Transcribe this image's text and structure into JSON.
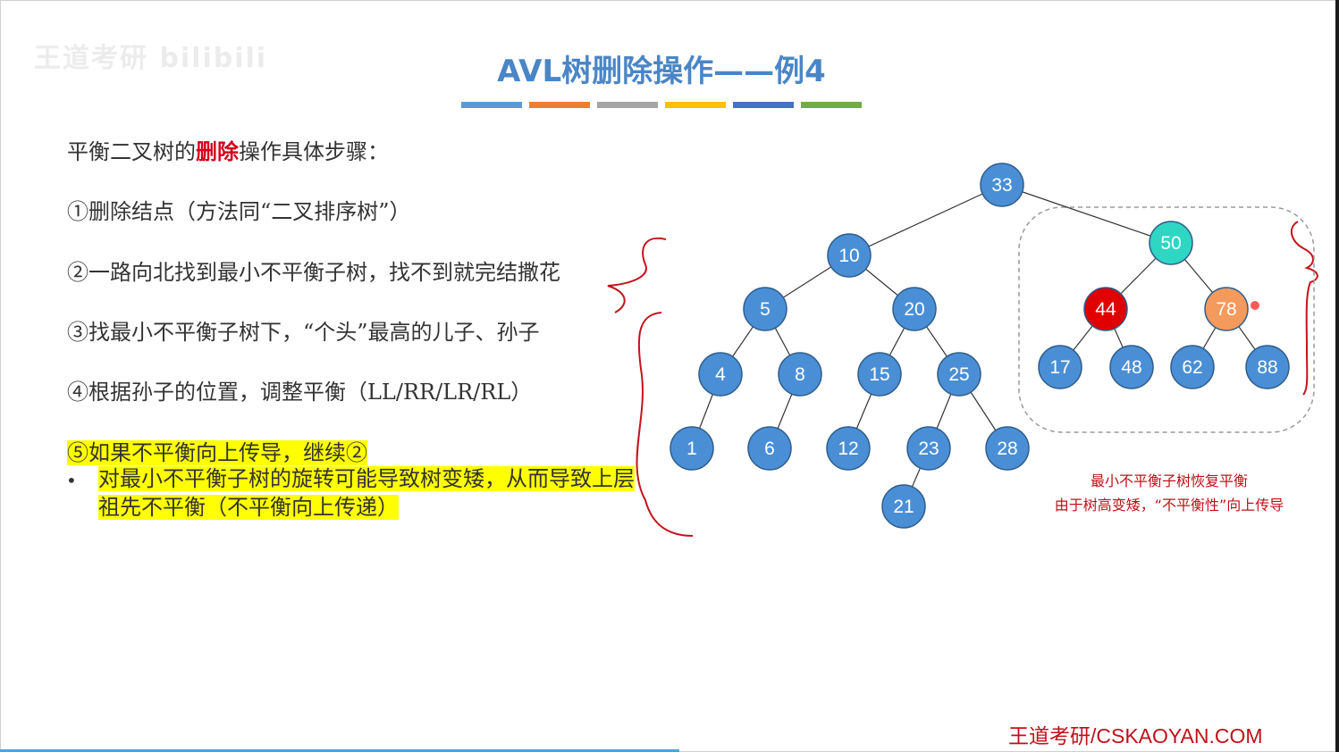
{
  "watermark": "王道考研 bilibili",
  "title": "AVL树删除操作——例4",
  "stripe_colors": [
    "#5b9bd5",
    "#ed7d31",
    "#a5a5a5",
    "#ffc000",
    "#4472c4",
    "#70ad47"
  ],
  "steps": {
    "heading_pre": "平衡二叉树的",
    "heading_red": "删除",
    "heading_post": "操作具体步骤：",
    "step1": "①删除结点（方法同“二叉排序树”）",
    "step2": "②一路向北找到最小不平衡子树，找不到就完结撒花",
    "step3": "③找最小不平衡子树下，“个头”最高的儿子、孙子",
    "step4": "④根据孙子的位置，调整平衡（LL/RR/LR/RL）",
    "step5": "⑤如果不平衡向上传导，继续②",
    "bullet": "•",
    "note": "对最小不平衡子树的旋转可能导致树变矮，从而导致上层祖先不平衡（不平衡向上传递）"
  },
  "tree": {
    "colors": {
      "default": "#4a8fd6",
      "teal": "#2fd6c3",
      "red": "#e00000",
      "orange": "#f49a5c",
      "stroke": "#2f5d8a"
    },
    "nodes": [
      "33",
      "10",
      "50",
      "5",
      "20",
      "44",
      "78",
      "4",
      "8",
      "15",
      "25",
      "17",
      "48",
      "62",
      "88",
      "1",
      "6",
      "12",
      "23",
      "28",
      "21"
    ]
  },
  "caption": {
    "line1": "最小不平衡子树恢复平衡",
    "line2": "由于树高变矮，“不平衡性”向上传导"
  },
  "footer": "王道考研/CSKAOYAN.COM"
}
